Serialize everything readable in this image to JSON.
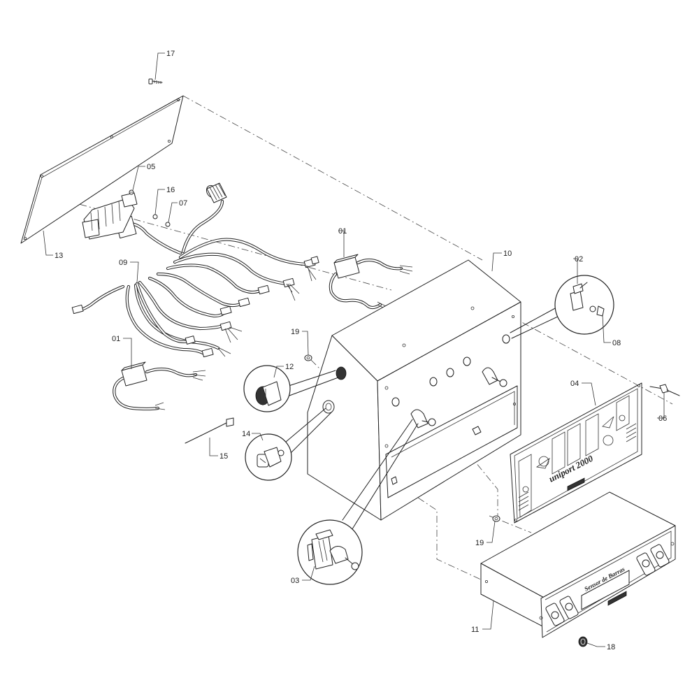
{
  "drawing": {
    "callouts": [
      {
        "id": "c17",
        "label": "17"
      },
      {
        "id": "c05",
        "label": "05"
      },
      {
        "id": "c16",
        "label": "16"
      },
      {
        "id": "c07",
        "label": "07"
      },
      {
        "id": "c13",
        "label": "13"
      },
      {
        "id": "c09",
        "label": "09"
      },
      {
        "id": "c01a",
        "label": "01"
      },
      {
        "id": "c01b",
        "label": "01"
      },
      {
        "id": "c10",
        "label": "10"
      },
      {
        "id": "c02",
        "label": "02"
      },
      {
        "id": "c08",
        "label": "08"
      },
      {
        "id": "c19a",
        "label": "19"
      },
      {
        "id": "c12",
        "label": "12"
      },
      {
        "id": "c14",
        "label": "14"
      },
      {
        "id": "c15",
        "label": "15"
      },
      {
        "id": "c04",
        "label": "04"
      },
      {
        "id": "c06",
        "label": "06"
      },
      {
        "id": "c19b",
        "label": "19"
      },
      {
        "id": "c03",
        "label": "03"
      },
      {
        "id": "c11",
        "label": "11"
      },
      {
        "id": "c18",
        "label": "18"
      }
    ],
    "panel_text": {
      "logo": "uniport 2000",
      "module_label": "Sensor de Barras"
    }
  }
}
